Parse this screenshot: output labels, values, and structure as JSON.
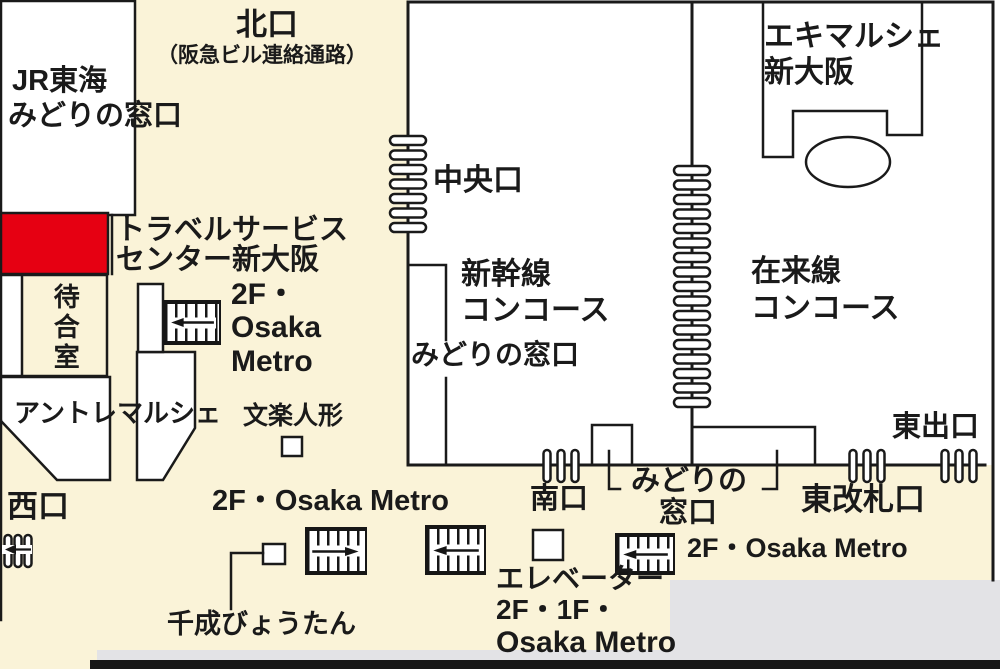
{
  "map_title_semantic": "Shin-Osaka station floor guide map",
  "colors": {
    "background": "#ffffff",
    "floor_cream": "#faf3d8",
    "highlight_red": "#e60012",
    "grey_band": "#e3e3e6",
    "black_band": "#161616",
    "line": "#1a1a1a"
  },
  "icons": {
    "escalator_icon": "rung-ladder",
    "stairs_icon": "hatched-stairs",
    "ticket_gate_icon": "bar-gate",
    "elevator_icon": "white-square",
    "landmark_icon": "white-square",
    "oval_icon": "ellipse-outline",
    "arrow_left": "←",
    "arrow_right": "→"
  },
  "labels": {
    "jr_office": [
      "JR東海",
      "みどりの窓口"
    ],
    "north_exit": "北口",
    "north_exit_note": "（阪急ビル連絡通路）",
    "ekimarche": [
      "エキマルシェ",
      "新大阪"
    ],
    "central_exit": "中央口",
    "travel_center": [
      "トラベルサービス",
      "センター新大阪"
    ],
    "metro_nw": [
      "2F・",
      "Osaka",
      "Metro"
    ],
    "shinkansen_concourse": [
      "新幹線",
      "コンコース"
    ],
    "midori_shinkansen": "みどりの窓口",
    "conventional_concourse": [
      "在来線",
      "コンコース"
    ],
    "waiting_room": "待合室",
    "entree_marche": "アントレマルシェ",
    "bunraku_doll": "文楽人形",
    "west_exit": "西口",
    "metro_sw": "2F・Osaka Metro",
    "south_exit": "南口",
    "midori_south": [
      "みどりの",
      "窓口"
    ],
    "east_exit": "東出口",
    "east_gate": "東改札口",
    "metro_se": "2F・Osaka Metro",
    "elevator": [
      "エレベーター",
      "2F・1F・",
      "Osaka Metro"
    ],
    "sennari": "千成びょうたん"
  }
}
